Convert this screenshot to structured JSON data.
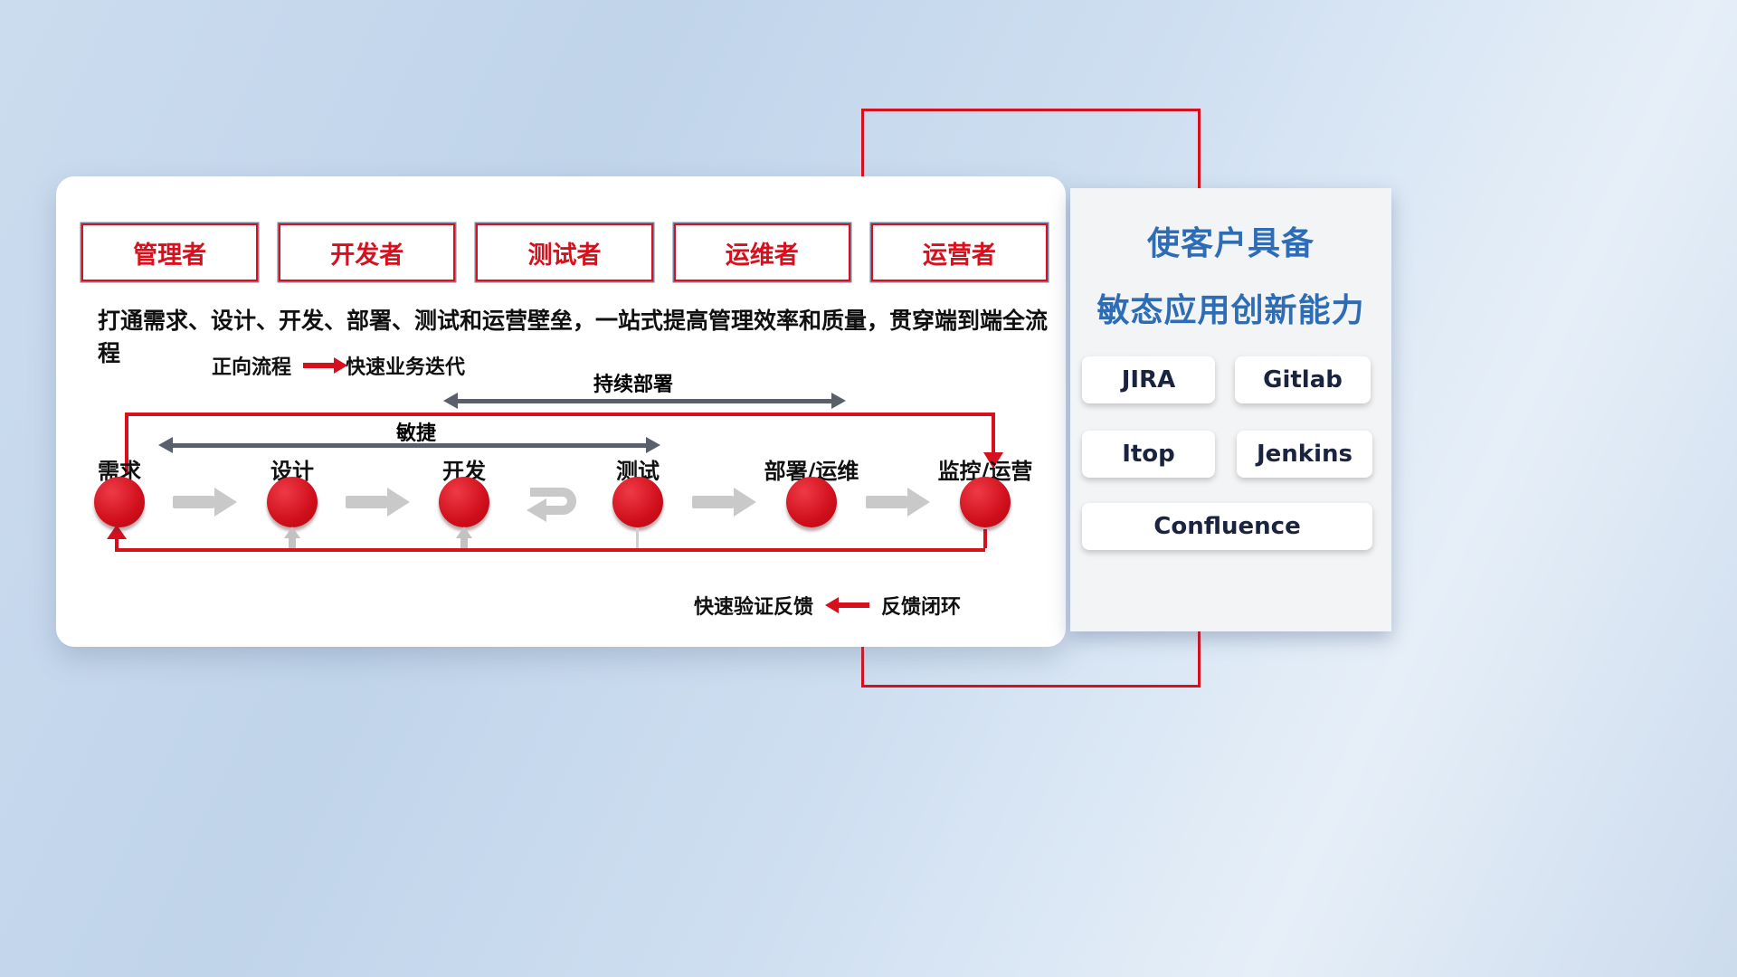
{
  "roles": [
    {
      "label": "管理者"
    },
    {
      "label": "开发者"
    },
    {
      "label": "测试者"
    },
    {
      "label": "运维者"
    },
    {
      "label": "运营者"
    }
  ],
  "description": "打通需求、设计、开发、部署、测试和运营壁垒，一站式提高管理效率和质量，贯穿端到端全流程",
  "legend": {
    "forward_label": "正向流程",
    "forward_value": "快速业务迭代",
    "feedback_label": "快速验证反馈",
    "feedback_value": "反馈闭环"
  },
  "spans": {
    "continuous_deploy": "持续部署",
    "agile": "敏捷"
  },
  "stages": [
    {
      "label": "需求"
    },
    {
      "label": "设计"
    },
    {
      "label": "开发"
    },
    {
      "label": "测试"
    },
    {
      "label": "部署/运维"
    },
    {
      "label": "监控/运营"
    }
  ],
  "right_panel": {
    "title_line1": "使客户具备",
    "title_line2": "敏态应用创新能力",
    "tools": [
      "JIRA",
      "Gitlab",
      "Itop",
      "Jenkins",
      "Confluence"
    ]
  },
  "colors": {
    "primary_red": "#d6101c",
    "dark_arrow": "#59606c",
    "flow_arrow_gray": "#c9c9ca",
    "title_blue": "#2e6db6"
  }
}
